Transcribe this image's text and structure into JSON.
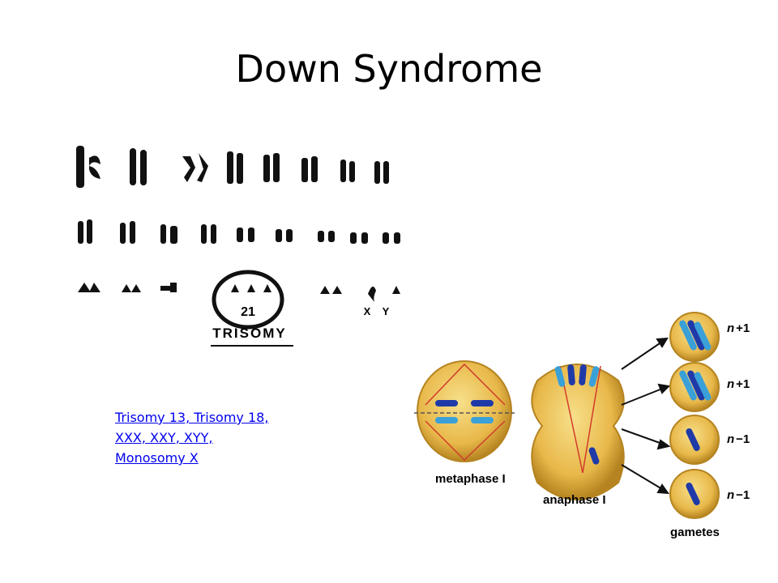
{
  "slide": {
    "title": "Down Syndrome",
    "link_text": "Trisomy 13, Trisomy 18, XXX, XXY, XYY, Monosomy X"
  },
  "karyotype": {
    "circled_label": "21",
    "sex_labels": [
      "X",
      "Y"
    ],
    "trisomy_label": "TRISOMY"
  },
  "meiosis": {
    "stage_labels": [
      "metaphase I",
      "anaphase I",
      "gametes"
    ],
    "gamete_labels": [
      {
        "prefix": "n",
        "suffix": "+1"
      },
      {
        "prefix": "n",
        "suffix": "+1"
      },
      {
        "prefix": "n",
        "suffix": "−1"
      },
      {
        "prefix": "n",
        "suffix": "−1"
      }
    ]
  },
  "colors": {
    "cell_fill": "#e8b84a",
    "cell_edge": "#b58420",
    "chromosome_dark": "#1f3aa8",
    "chromosome_light": "#3aa0d8",
    "spindle": "#d23b2b",
    "link": "#0000ee"
  }
}
